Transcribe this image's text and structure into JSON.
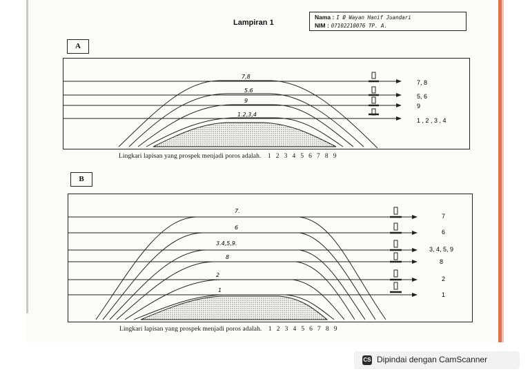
{
  "document": {
    "title": "Lampiran 1",
    "nama_label": "Nama :",
    "nama_value": "I Ø Wayan Hanif Juandari",
    "nim_label": "NIM :",
    "nim_value": "07102210076 TP. A."
  },
  "section_a": {
    "label": "A",
    "layer_labels": [
      "7, 8",
      "5, 6",
      "9",
      "1 , 2 , 3 , 4"
    ],
    "curve_labels": [
      "7,8",
      "5.6",
      "9",
      "1.2,3,4"
    ],
    "question": "Lingkari lapisan yang prospek menjadi poros adalah.",
    "options": [
      "1",
      "2",
      "3",
      "4",
      "5",
      "6",
      "7",
      "8",
      "9"
    ]
  },
  "section_b": {
    "label": "B",
    "layer_labels": [
      "7",
      "6",
      "3, 4, 5, 9",
      "8",
      "2",
      "1"
    ],
    "curve_labels": [
      "7.",
      "6",
      "3.4,5,9.",
      "8",
      "2",
      "1"
    ],
    "question": "Lingkari lapisan yang prospek menjadi poros adalah.",
    "options": [
      "1",
      "2",
      "3",
      "4",
      "5",
      "6",
      "7",
      "8",
      "9"
    ]
  },
  "watermark": {
    "text": "Dipindai dengan CamScanner",
    "logo": "CS"
  }
}
